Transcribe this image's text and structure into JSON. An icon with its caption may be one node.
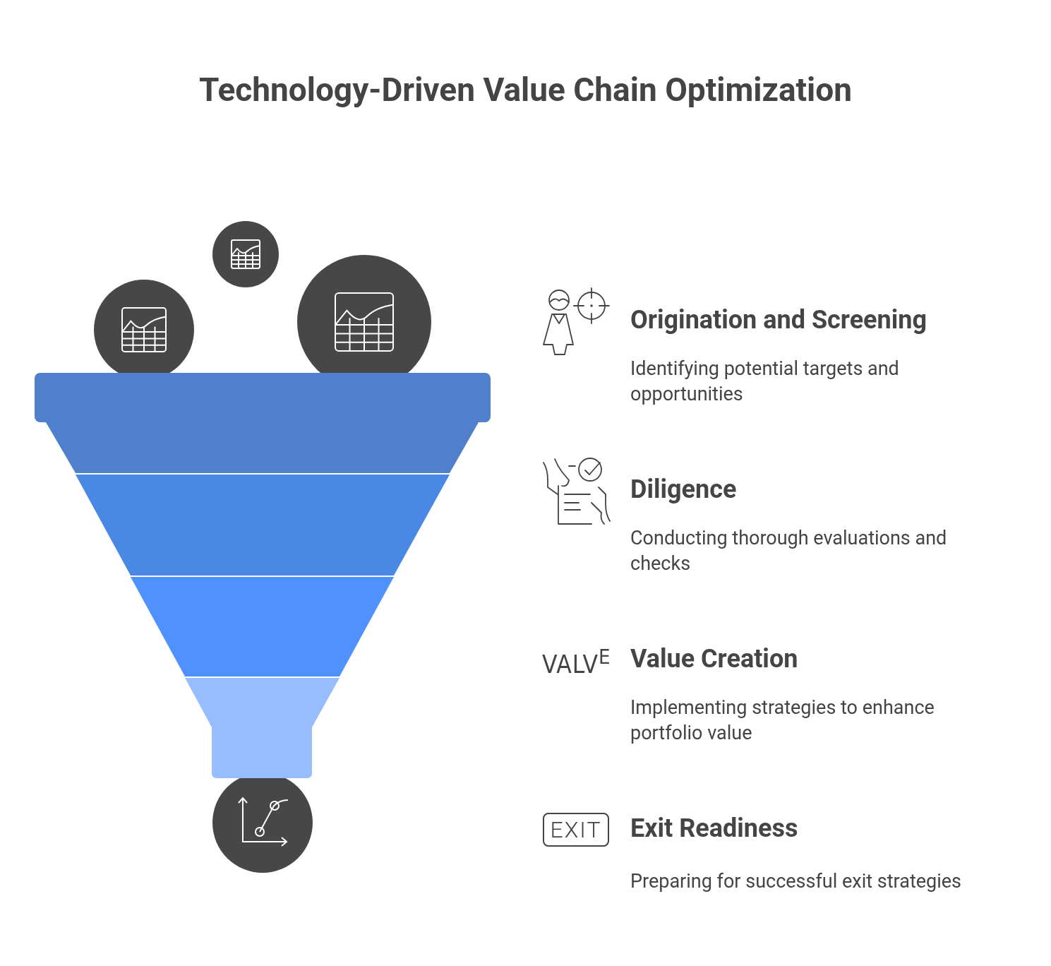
{
  "diagram": {
    "title": "Technology-Driven Value Chain Optimization",
    "labels": [
      "Origination and Screening",
      "Identifying potential targets and opportunities",
      "Diligence",
      "Conducting thorough evaluations and checks",
      "VALV$^{E}$",
      "Value Creation",
      "Implementing strategies to enhance portfolio value",
      "EXIT",
      "Exit Readiness",
      "Preparing for successful exit strategies"
    ]
  }
}
